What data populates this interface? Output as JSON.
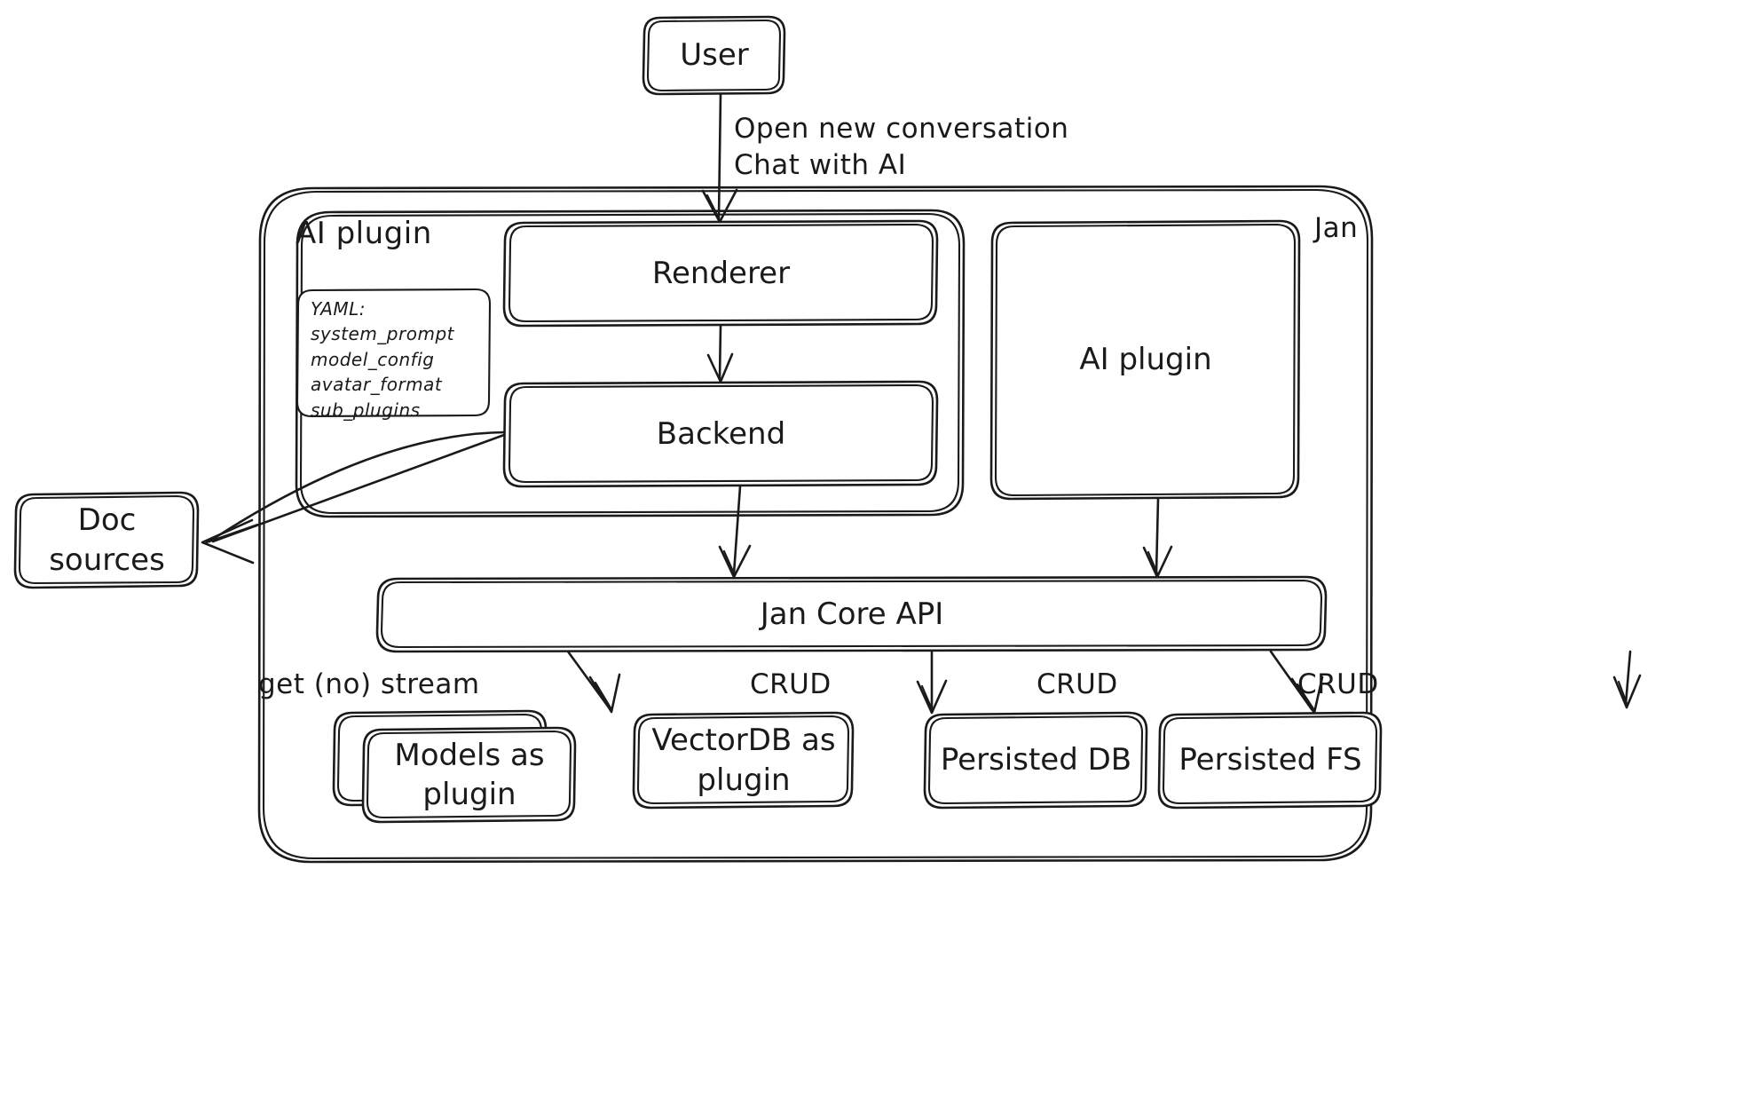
{
  "diagram": {
    "title": "Jan architecture diagram",
    "style": "hand-drawn",
    "stroke_color": "#1a1a1a",
    "background_color": "#ffffff"
  },
  "containers": {
    "jan": {
      "label": "Jan",
      "label_position": "top-right"
    },
    "ai_plugin_group": {
      "label": "AI plugin",
      "label_position": "top-left"
    }
  },
  "nodes": {
    "user": {
      "label": "User"
    },
    "renderer": {
      "label": "Renderer"
    },
    "backend": {
      "label": "Backend"
    },
    "ai_plugin_right": {
      "label": "AI plugin"
    },
    "doc_sources": {
      "label": "Doc sources"
    },
    "jan_core_api": {
      "label": "Jan Core API"
    },
    "models_as_plugin": {
      "label": "Models as\nplugin"
    },
    "vectordb_as_plugin": {
      "label": "VectorDB as\nplugin"
    },
    "persisted_db": {
      "label": "Persisted DB"
    },
    "persisted_fs": {
      "label": "Persisted FS"
    }
  },
  "yaml_box": {
    "heading": "YAML:",
    "keys": [
      "system_prompt",
      "model_config",
      "avatar_format",
      "sub_plugins"
    ]
  },
  "edge_labels": {
    "user_to_renderer_line1": "Open new conversation",
    "user_to_renderer_line2": "Chat with AI",
    "api_to_models": "get (no) stream",
    "api_to_vectordb": "CRUD",
    "api_to_persisted_db": "CRUD",
    "api_to_persisted_fs": "CRUD"
  }
}
